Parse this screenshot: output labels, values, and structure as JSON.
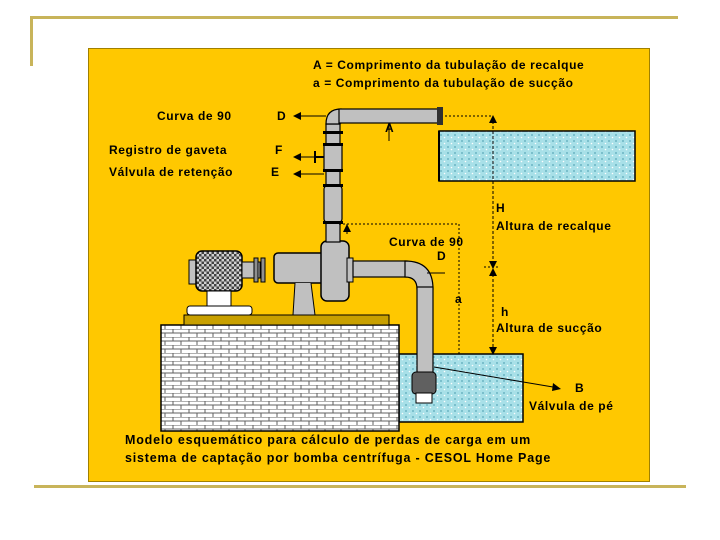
{
  "header": {
    "line1": "A = Comprimento da tubulação de recalque",
    "line2": "a = Comprimento da tubulação de sucção"
  },
  "left_labels": {
    "curve90": "Curva de 90",
    "curve90_code": "D",
    "valve": "Registro de gaveta",
    "valve_code": "F",
    "check_valve": "Válvula de retenção",
    "check_valve_code": "E"
  },
  "pipe_labels": {
    "A": "A",
    "curve90_mid": "Curva de 90",
    "curve90_mid_code": "D",
    "a": "a"
  },
  "right_labels": {
    "H": "H",
    "H_desc": "Altura de recalque",
    "h": "h",
    "h_desc": "Altura de sucção",
    "B": "B",
    "B_desc": "Válvula de pé"
  },
  "caption": {
    "line1": "Modelo esquemático para cálculo de perdas de carga em um",
    "line2": "sistema de captação por bomba centrífuga - CESOL Home Page"
  },
  "colors": {
    "background": "#ffc800",
    "water": "#a8e0e8",
    "pipe": "#c0c0c0",
    "brick": "#ffffff",
    "frame": "#c8b45a"
  }
}
